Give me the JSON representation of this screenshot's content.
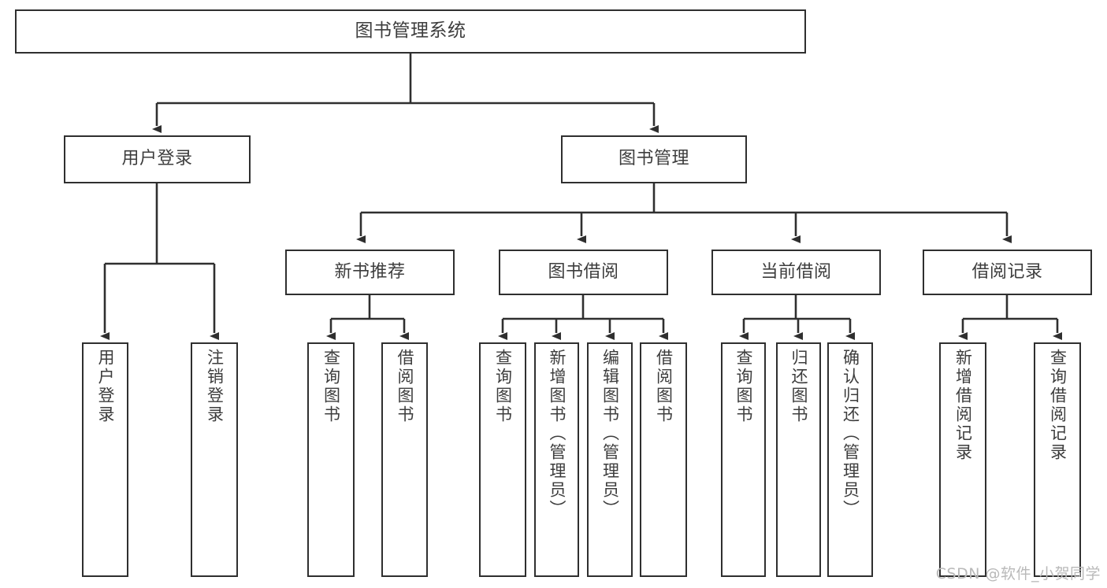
{
  "diagram": {
    "title": "图书管理系统",
    "type": "tree-hierarchy",
    "watermark": "CSDN @软件_小贺同学",
    "colors": {
      "box_border": "#2f2f2f",
      "box_fill": "#ffffff",
      "text": "#3d3d3d",
      "edge": "#2f2f2f",
      "watermark": "#b9b9b9",
      "background": "#ffffff"
    },
    "nodes": {
      "root": {
        "label": "图书管理系统"
      },
      "level1": [
        {
          "id": "user-login",
          "label": "用户登录"
        },
        {
          "id": "book-manage",
          "label": "图书管理"
        }
      ],
      "level2": [
        {
          "id": "new-book-recommend",
          "label": "新书推荐"
        },
        {
          "id": "book-borrow",
          "label": "图书借阅"
        },
        {
          "id": "current-borrow",
          "label": "当前借阅"
        },
        {
          "id": "borrow-record",
          "label": "借阅记录"
        }
      ],
      "leaves": {
        "user-login": [
          {
            "id": "leaf-user-login",
            "label": "用户登录"
          },
          {
            "id": "leaf-user-logout",
            "label": "注销登录"
          }
        ],
        "new-book-recommend": [
          {
            "id": "leaf-query-book-1",
            "label": "查询图书"
          },
          {
            "id": "leaf-borrow-book-1",
            "label": "借阅图书"
          }
        ],
        "book-borrow": [
          {
            "id": "leaf-query-book-2",
            "label": "查询图书"
          },
          {
            "id": "leaf-add-book",
            "label": "新增图书（管理员）"
          },
          {
            "id": "leaf-edit-book",
            "label": "编辑图书（管理员）"
          },
          {
            "id": "leaf-borrow-book-2",
            "label": "借阅图书"
          }
        ],
        "current-borrow": [
          {
            "id": "leaf-query-book-3",
            "label": "查询图书"
          },
          {
            "id": "leaf-return-book",
            "label": "归还图书"
          },
          {
            "id": "leaf-confirm-return",
            "label": "确认归还（管理员）"
          }
        ],
        "borrow-record": [
          {
            "id": "leaf-add-record",
            "label": "新增借阅记录"
          },
          {
            "id": "leaf-query-record",
            "label": "查询借阅记录"
          }
        ]
      }
    }
  }
}
